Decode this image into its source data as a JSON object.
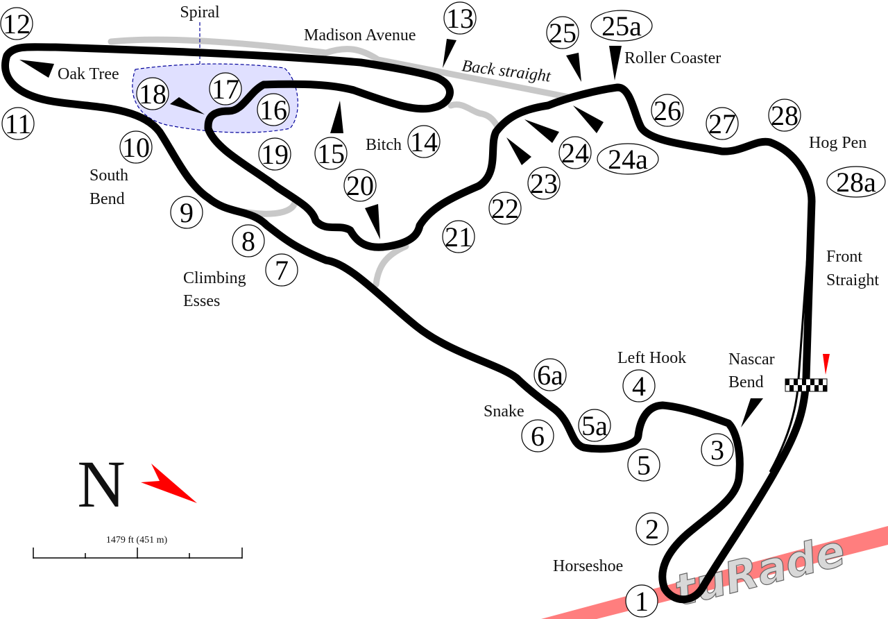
{
  "turns": [
    {
      "id": "12",
      "label": "12"
    },
    {
      "id": "11",
      "label": "11"
    },
    {
      "id": "10",
      "label": "10"
    },
    {
      "id": "9",
      "label": "9"
    },
    {
      "id": "8",
      "label": "8"
    },
    {
      "id": "7",
      "label": "7"
    },
    {
      "id": "18",
      "label": "18"
    },
    {
      "id": "17",
      "label": "17"
    },
    {
      "id": "16",
      "label": "16"
    },
    {
      "id": "19",
      "label": "19"
    },
    {
      "id": "15",
      "label": "15"
    },
    {
      "id": "14",
      "label": "14"
    },
    {
      "id": "13",
      "label": "13"
    },
    {
      "id": "20",
      "label": "20"
    },
    {
      "id": "21",
      "label": "21"
    },
    {
      "id": "22",
      "label": "22"
    },
    {
      "id": "23",
      "label": "23"
    },
    {
      "id": "24",
      "label": "24"
    },
    {
      "id": "24a",
      "label": "24a"
    },
    {
      "id": "25",
      "label": "25"
    },
    {
      "id": "25a",
      "label": "25a"
    },
    {
      "id": "26",
      "label": "26"
    },
    {
      "id": "27",
      "label": "27"
    },
    {
      "id": "28",
      "label": "28"
    },
    {
      "id": "28a",
      "label": "28a"
    },
    {
      "id": "6a",
      "label": "6a"
    },
    {
      "id": "6",
      "label": "6"
    },
    {
      "id": "5a",
      "label": "5a"
    },
    {
      "id": "5",
      "label": "5"
    },
    {
      "id": "4",
      "label": "4"
    },
    {
      "id": "3",
      "label": "3"
    },
    {
      "id": "2",
      "label": "2"
    },
    {
      "id": "1",
      "label": "1"
    }
  ],
  "corner_names": {
    "spiral": "Spiral",
    "madison_avenue": "Madison Avenue",
    "back_straight": "Back straight",
    "roller_coaster": "Roller Coaster",
    "oak_tree": "Oak Tree",
    "bitch": "Bitch",
    "south_bend_1": "South",
    "south_bend_2": "Bend",
    "climbing_esses_1": "Climbing",
    "climbing_esses_2": "Esses",
    "hog_pen": "Hog Pen",
    "front_straight_1": "Front",
    "front_straight_2": "Straight",
    "left_hook": "Left Hook",
    "nascar_bend_1": "Nascar",
    "nascar_bend_2": "Bend",
    "snake": "Snake",
    "horseshoe": "Horseshoe"
  },
  "compass": {
    "letter": "N",
    "arrow_color": "#ff0000"
  },
  "scale": {
    "text": "1479 ft (451 m)"
  },
  "colors": {
    "track": "#000000",
    "service_road": "#c8c8c8",
    "spiral_fill": "#e0e0ff",
    "spiral_outline": "#000099",
    "start_finish_marker": "#ff0000",
    "watermark_band": "#ff7070"
  },
  "watermark": {
    "text": "tuRade"
  }
}
